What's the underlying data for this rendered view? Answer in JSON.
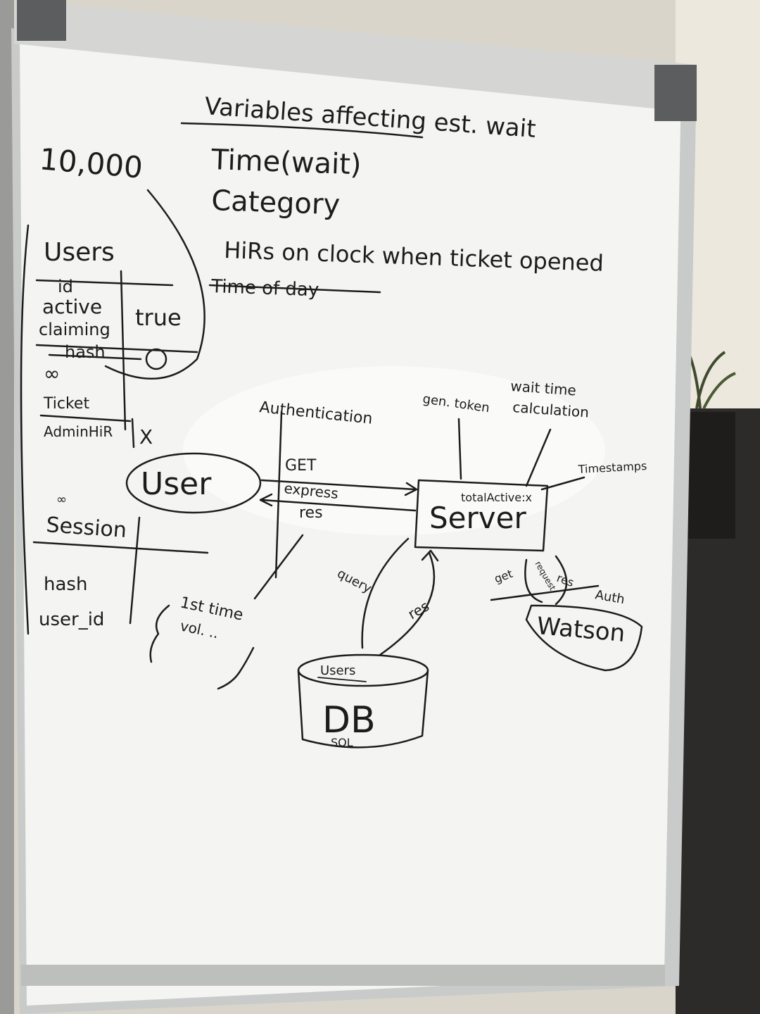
{
  "heading": "Variables affecting est. wait",
  "variables": [
    "Time(wait)",
    "Category",
    "HiRs on clock when ticket opened",
    "Time of day"
  ],
  "count_note": "10,000",
  "users_table": {
    "title": "Users",
    "rows": [
      "id",
      "active",
      "claiming",
      "hash"
    ],
    "value_true": "true"
  },
  "relations": {
    "infinity": "∞",
    "ticket": "Ticket",
    "admin_hir": "AdminHiR",
    "x_mark": "X",
    "session_mark": "∞"
  },
  "session_table": {
    "title": "Session",
    "rows": [
      "hash",
      "user_id"
    ]
  },
  "diagram": {
    "user": "User",
    "server": "Server",
    "db": "DB",
    "db_sub": "SQL",
    "db_label": "Users",
    "watson": "Watson",
    "authentication": "Authentication",
    "get": "GET",
    "express": "express",
    "res": "res",
    "gen_token": "gen. token",
    "wait_time_calc_1": "wait time",
    "wait_time_calc_2": "calculation",
    "timestamps": "Timestamps",
    "total_active": "totalActive:x",
    "query": "query",
    "db_res": "res",
    "watson_get": "get",
    "watson_res": "res",
    "watson_auth": "Auth",
    "watson_request": "request",
    "first_time_1": "1st time",
    "first_time_2": "vol. .."
  },
  "colors": {
    "board": "#f4f5f2",
    "ink": "#1c1c1c",
    "frame": "#bfc1c0",
    "wall": "#e6e1d6"
  }
}
